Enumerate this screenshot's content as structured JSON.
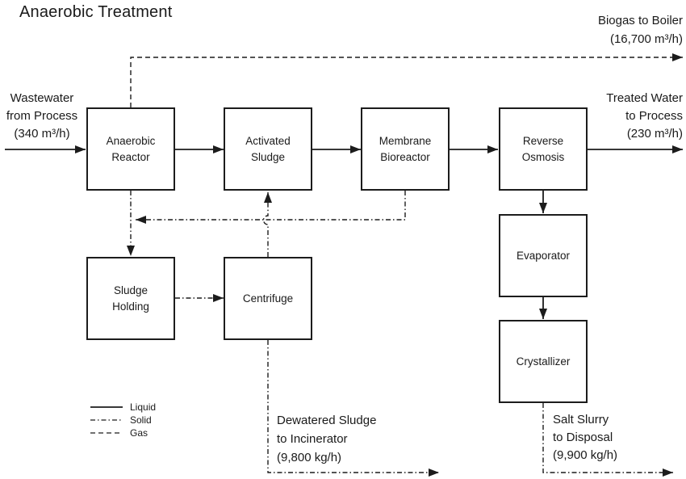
{
  "title": "Anaerobic Treatment",
  "colors": {
    "line": "#1c1c1c",
    "text": "#1a1a1a",
    "background": "#ffffff"
  },
  "boxes": {
    "anaerobic_reactor": "Anaerobic\nReactor",
    "activated_sludge": "Activated\nSludge",
    "membrane_bioreactor": "Membrane\nBioreactor",
    "reverse_osmosis": "Reverse\nOsmosis",
    "sludge_holding": "Sludge\nHolding",
    "centrifuge": "Centrifuge",
    "evaporator": "Evaporator",
    "crystallizer": "Crystallizer"
  },
  "streams": {
    "wastewater_in": "Wastewater\nfrom Process\n(340 m³/h)",
    "biogas_out": "Biogas to Boiler\n(16,700 m³/h)",
    "treated_water_out": "Treated Water\nto Process\n(230 m³/h)",
    "dewatered_sludge_out": "Dewatered Sludge\nto Incinerator\n(9,800 kg/h)",
    "salt_slurry_out": "Salt Slurry\nto Disposal\n(9,900 kg/h)"
  },
  "legend": {
    "items": [
      {
        "style": "solid-line",
        "label": "Liquid"
      },
      {
        "style": "dash-dot-line",
        "label": "Solid"
      },
      {
        "style": "dashed-line",
        "label": "Gas"
      }
    ]
  }
}
